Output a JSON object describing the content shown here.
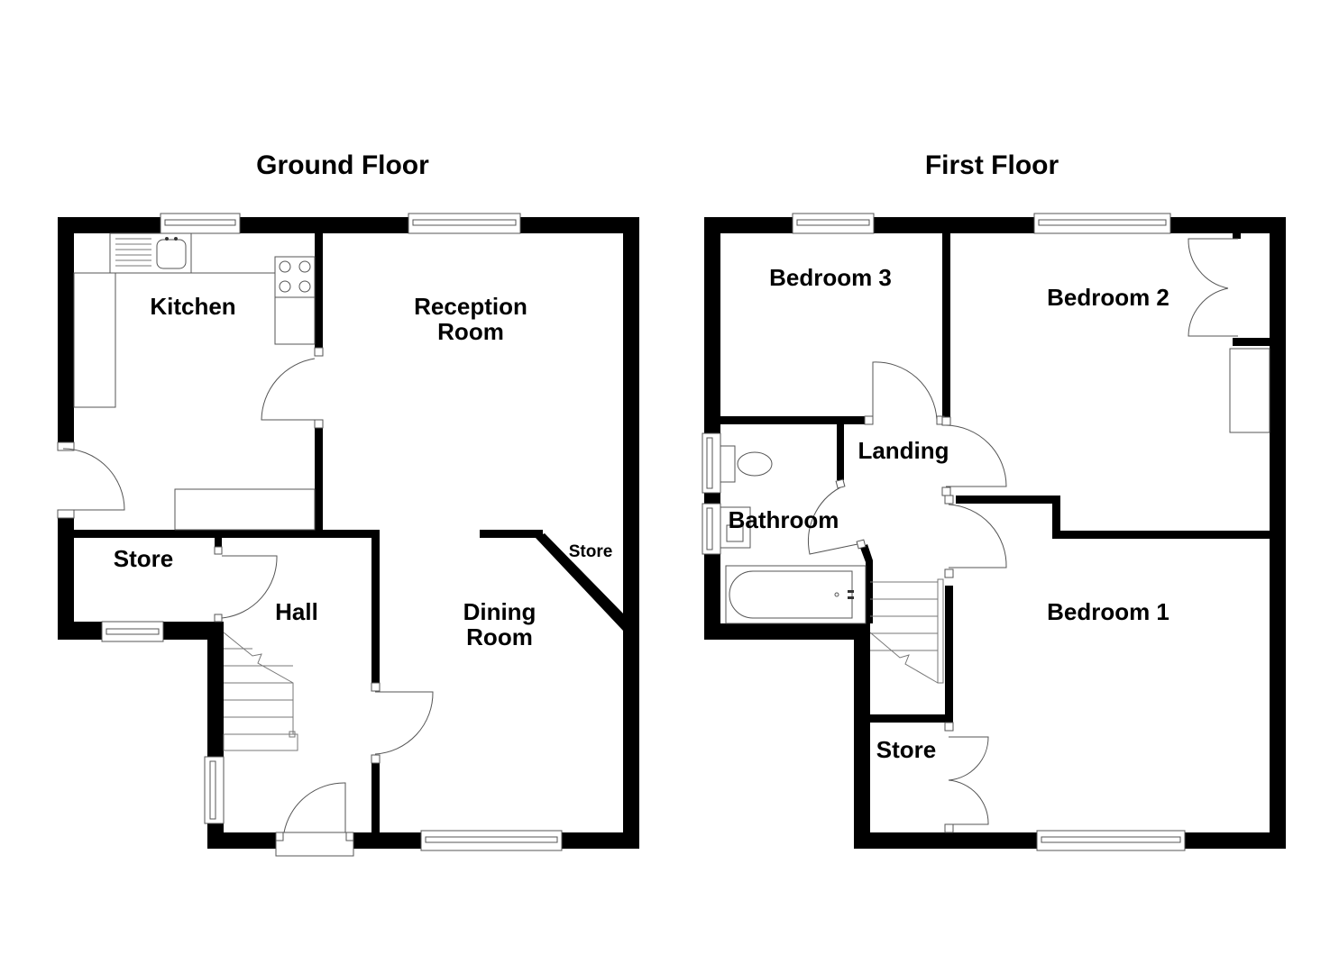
{
  "floors": [
    {
      "title": "Ground Floor",
      "rooms": {
        "kitchen": "Kitchen",
        "reception_line1": "Reception",
        "reception_line2": "Room",
        "dining_line1": "Dining",
        "dining_line2": "Room",
        "store_small": "Store",
        "store": "Store",
        "hall": "Hall"
      }
    },
    {
      "title": "First Floor",
      "rooms": {
        "bedroom3": "Bedroom 3",
        "bedroom2": "Bedroom 2",
        "landing": "Landing",
        "bathroom": "Bathroom",
        "bedroom1": "Bedroom 1",
        "store": "Store"
      }
    }
  ],
  "colors": {
    "wall": "#000000",
    "fixture_line": "#555555",
    "background": "#ffffff"
  }
}
